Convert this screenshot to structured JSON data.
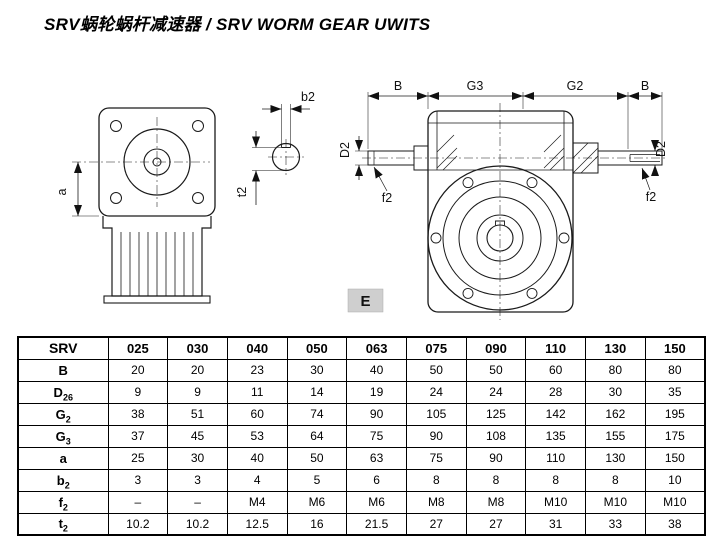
{
  "page": {
    "title": "SRV蜗轮蜗杆减速器 / SRV WORM GEAR UWITS"
  },
  "drawing": {
    "front_view": {
      "dim_a": "a"
    },
    "shaft_section": {
      "dim_b2": "b2",
      "dim_t2": "t2"
    },
    "side_view": {
      "dim_B_left": "B",
      "dim_G3": "G3",
      "dim_G2": "G2",
      "dim_B_right": "B",
      "dim_D2_left": "D2",
      "dim_D2_right": "D2",
      "dim_f2_left": "f2",
      "dim_f2_right": "f2",
      "view_label": "E"
    }
  },
  "table": {
    "header": [
      "SRV",
      "025",
      "030",
      "040",
      "050",
      "063",
      "075",
      "090",
      "110",
      "130",
      "150"
    ],
    "rows": [
      {
        "main": "B",
        "sub": "",
        "values": [
          "20",
          "20",
          "23",
          "30",
          "40",
          "50",
          "50",
          "60",
          "80",
          "80"
        ]
      },
      {
        "main": "D",
        "sub": "26",
        "values": [
          "9",
          "9",
          "11",
          "14",
          "19",
          "24",
          "24",
          "28",
          "30",
          "35"
        ]
      },
      {
        "main": "G",
        "sub": "2",
        "values": [
          "38",
          "51",
          "60",
          "74",
          "90",
          "105",
          "125",
          "142",
          "162",
          "195"
        ]
      },
      {
        "main": "G",
        "sub": "3",
        "values": [
          "37",
          "45",
          "53",
          "64",
          "75",
          "90",
          "108",
          "135",
          "155",
          "175"
        ]
      },
      {
        "main": "a",
        "sub": "",
        "values": [
          "25",
          "30",
          "40",
          "50",
          "63",
          "75",
          "90",
          "110",
          "130",
          "150"
        ]
      },
      {
        "main": "b",
        "sub": "2",
        "values": [
          "3",
          "3",
          "4",
          "5",
          "6",
          "8",
          "8",
          "8",
          "8",
          "10"
        ]
      },
      {
        "main": "f",
        "sub": "2",
        "values": [
          "–",
          "–",
          "M4",
          "M6",
          "M6",
          "M8",
          "M8",
          "M10",
          "M10",
          "M10"
        ]
      },
      {
        "main": "t",
        "sub": "2",
        "values": [
          "10.2",
          "10.2",
          "12.5",
          "16",
          "21.5",
          "27",
          "27",
          "31",
          "33",
          "38"
        ]
      }
    ]
  }
}
